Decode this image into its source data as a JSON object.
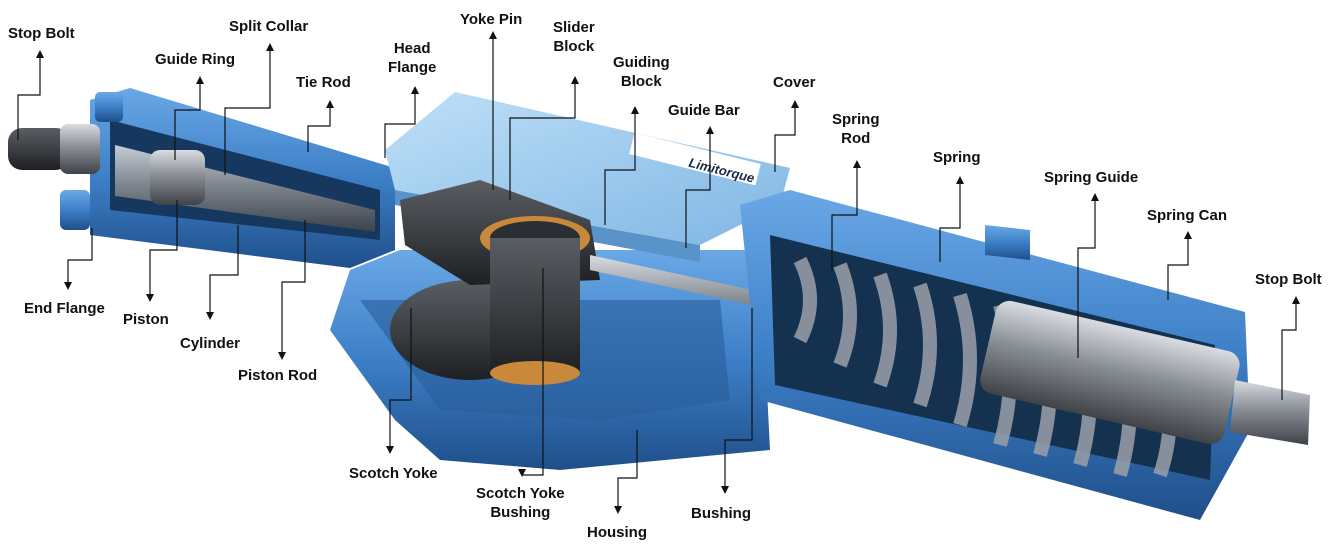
{
  "brand": {
    "logo_text": "Limitorque"
  },
  "colors": {
    "body_blue": "#3d7fc7",
    "dark_blue": "#1f4f8a",
    "light_blue": "#9ccbf0",
    "steel": "#8a8f96",
    "bronze": "#c8893a",
    "leader": "#111111"
  },
  "labels": {
    "stop_bolt_left": "Stop Bolt",
    "guide_ring": "Guide Ring",
    "split_collar": "Split Collar",
    "tie_rod": "Tie Rod",
    "head_flange": [
      "Head",
      "Flange"
    ],
    "yoke_pin": "Yoke Pin",
    "slider_block": [
      "Slider",
      "Block"
    ],
    "guiding_block": [
      "Guiding",
      "Block"
    ],
    "guide_bar": "Guide Bar",
    "cover": "Cover",
    "spring_rod": [
      "Spring",
      "Rod"
    ],
    "spring": "Spring",
    "spring_guide": "Spring Guide",
    "spring_can": "Spring Can",
    "stop_bolt_right": "Stop Bolt",
    "end_flange": "End Flange",
    "piston": "Piston",
    "cylinder": "Cylinder",
    "piston_rod": "Piston Rod",
    "scotch_yoke": "Scotch Yoke",
    "scotch_yoke_bushing": [
      "Scotch Yoke",
      "Bushing"
    ],
    "housing": "Housing",
    "bushing": "Bushing"
  }
}
